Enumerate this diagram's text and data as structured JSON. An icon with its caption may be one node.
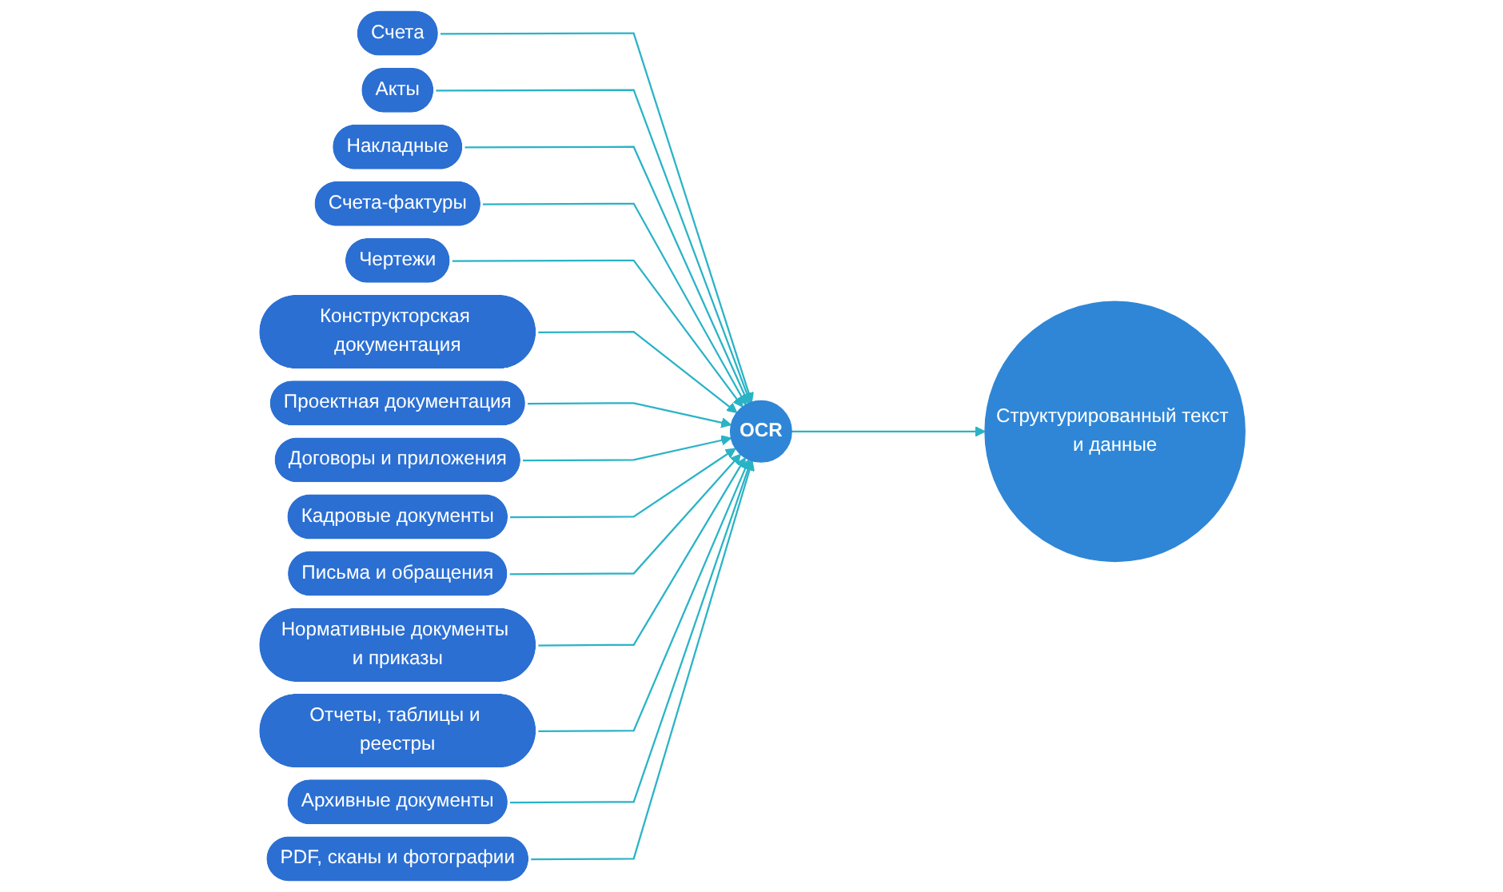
{
  "diagram": {
    "nodes": [
      {
        "text": [
          "Счета"
        ]
      },
      {
        "text": [
          "Акты"
        ]
      },
      {
        "text": [
          "Накладные"
        ]
      },
      {
        "text": [
          "Счета-фактуры"
        ]
      },
      {
        "text": [
          "Чертежи"
        ]
      },
      {
        "text": [
          "Конструкторская документация"
        ]
      },
      {
        "text": [
          "Проектная документация"
        ]
      },
      {
        "text": [
          "Договоры и приложения"
        ]
      },
      {
        "text": [
          "Кадровые документы"
        ]
      },
      {
        "text": [
          "Письма и обращения"
        ]
      },
      {
        "text": [
          "Нормативные документы и приказы"
        ]
      },
      {
        "text": [
          "Отчеты, таблицы и реестры"
        ]
      },
      {
        "text": [
          "Архивные документы"
        ]
      },
      {
        "text": [
          "PDF, сканы и фотографии"
        ]
      },
      {
        "text": [
          "OCR"
        ]
      },
      {
        "text": [
          "Структурированный текст и данные"
        ]
      }
    ],
    "edges": [
      {
        "from": 0,
        "to": 14,
        "arrow": "to"
      },
      {
        "from": 1,
        "to": 14,
        "arrow": "to"
      },
      {
        "from": 2,
        "to": 14,
        "arrow": "to"
      },
      {
        "from": 3,
        "to": 14,
        "arrow": "to"
      },
      {
        "from": 4,
        "to": 14,
        "arrow": "to"
      },
      {
        "from": 5,
        "to": 14,
        "arrow": "to"
      },
      {
        "from": 6,
        "to": 14,
        "arrow": "to"
      },
      {
        "from": 7,
        "to": 14,
        "arrow": "to"
      },
      {
        "from": 8,
        "to": 14,
        "arrow": "to"
      },
      {
        "from": 9,
        "to": 14,
        "arrow": "to"
      },
      {
        "from": 10,
        "to": 14,
        "arrow": "to"
      },
      {
        "from": 11,
        "to": 14,
        "arrow": "to"
      },
      {
        "from": 12,
        "to": 14,
        "arrow": "to"
      },
      {
        "from": 13,
        "to": 14,
        "arrow": "to"
      },
      {
        "from": 14,
        "to": 15,
        "arrow": "to"
      }
    ]
  }
}
